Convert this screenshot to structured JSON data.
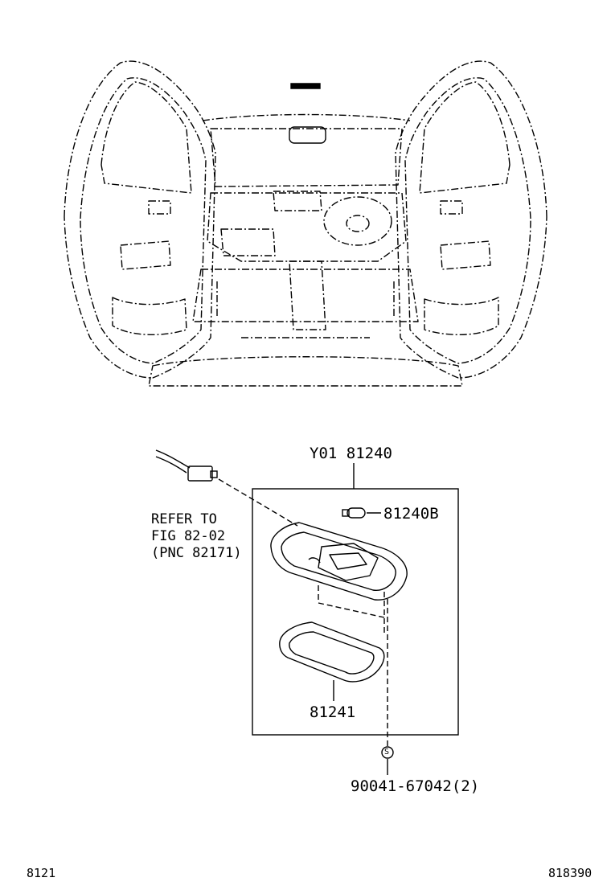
{
  "callouts": {
    "assembly": "Y01 81240",
    "bulb": "81240B",
    "lens": "81241",
    "screw": "90041-67042(2)",
    "screw_symbol": "S"
  },
  "reference_note": {
    "line1": "REFER TO",
    "line2": "FIG 82-02",
    "line3": "(PNC 82171)"
  },
  "footer": {
    "figure_code": "8121",
    "illustration_code": "818390"
  },
  "colors": {
    "line": "#000000",
    "background": "#ffffff"
  }
}
